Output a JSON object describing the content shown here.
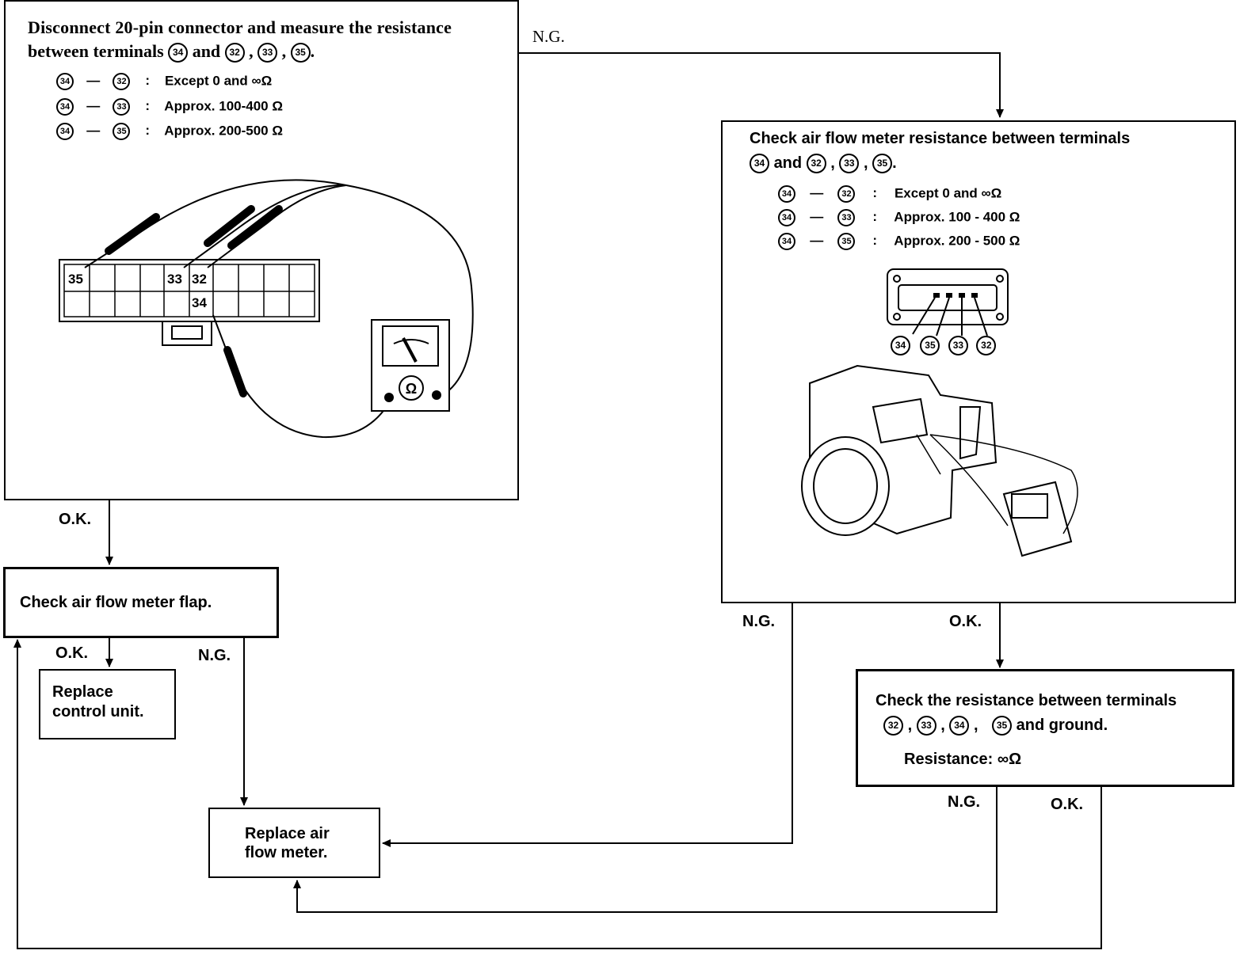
{
  "box1": {
    "line1": "Disconnect 20-pin connector and measure the resistance",
    "line2_prefix": "between terminals",
    "line2_and": "and",
    "rows": [
      {
        "a": "34",
        "b": "32",
        "text": "Except 0 and ∞Ω"
      },
      {
        "a": "34",
        "b": "33",
        "text": "Approx. 100-400 Ω"
      },
      {
        "a": "34",
        "b": "35",
        "text": "Approx. 200-500 Ω"
      }
    ],
    "connector_labels": {
      "t35": "35",
      "t33": "33",
      "t32": "32",
      "t34": "34"
    }
  },
  "box2": {
    "line1": "Check air flow meter resistance between terminals",
    "line2_and": "and",
    "rows": [
      {
        "a": "34",
        "b": "32",
        "text": "Except 0 and   ∞Ω"
      },
      {
        "a": "34",
        "b": "33",
        "text": "Approx. 100 - 400  Ω"
      },
      {
        "a": "34",
        "b": "35",
        "text": "Approx. 200 - 500  Ω"
      }
    ],
    "callouts": [
      "34",
      "35",
      "33",
      "32"
    ]
  },
  "box3": {
    "text": "Check air flow meter flap."
  },
  "box4": {
    "line1": "Replace",
    "line2": "control unit."
  },
  "box5": {
    "line1": "Replace air",
    "line2": "flow meter."
  },
  "box6": {
    "line1": "Check the resistance between terminals",
    "terms": [
      "32",
      "33",
      "34",
      "35"
    ],
    "line2_suffix": "and ground.",
    "resistance": "Resistance:  ∞Ω"
  },
  "labels": {
    "ng": "N.G.",
    "ok": "O.K."
  },
  "sep": ",",
  "period": "."
}
